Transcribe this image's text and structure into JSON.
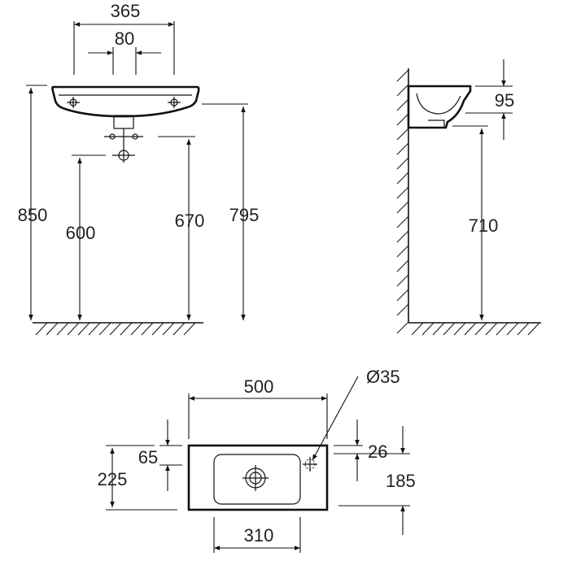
{
  "front_view": {
    "width_365": "365",
    "tap_holes_80": "80",
    "height_850": "850",
    "height_600": "600",
    "height_670": "670",
    "height_795": "795"
  },
  "side_view": {
    "depth_95": "95",
    "height_710": "710"
  },
  "top_view": {
    "width_500": "500",
    "hole_diameter": "Ø35",
    "offset_65": "65",
    "depth_225": "225",
    "offset_26": "26",
    "depth_185": "185",
    "bowl_310": "310"
  }
}
